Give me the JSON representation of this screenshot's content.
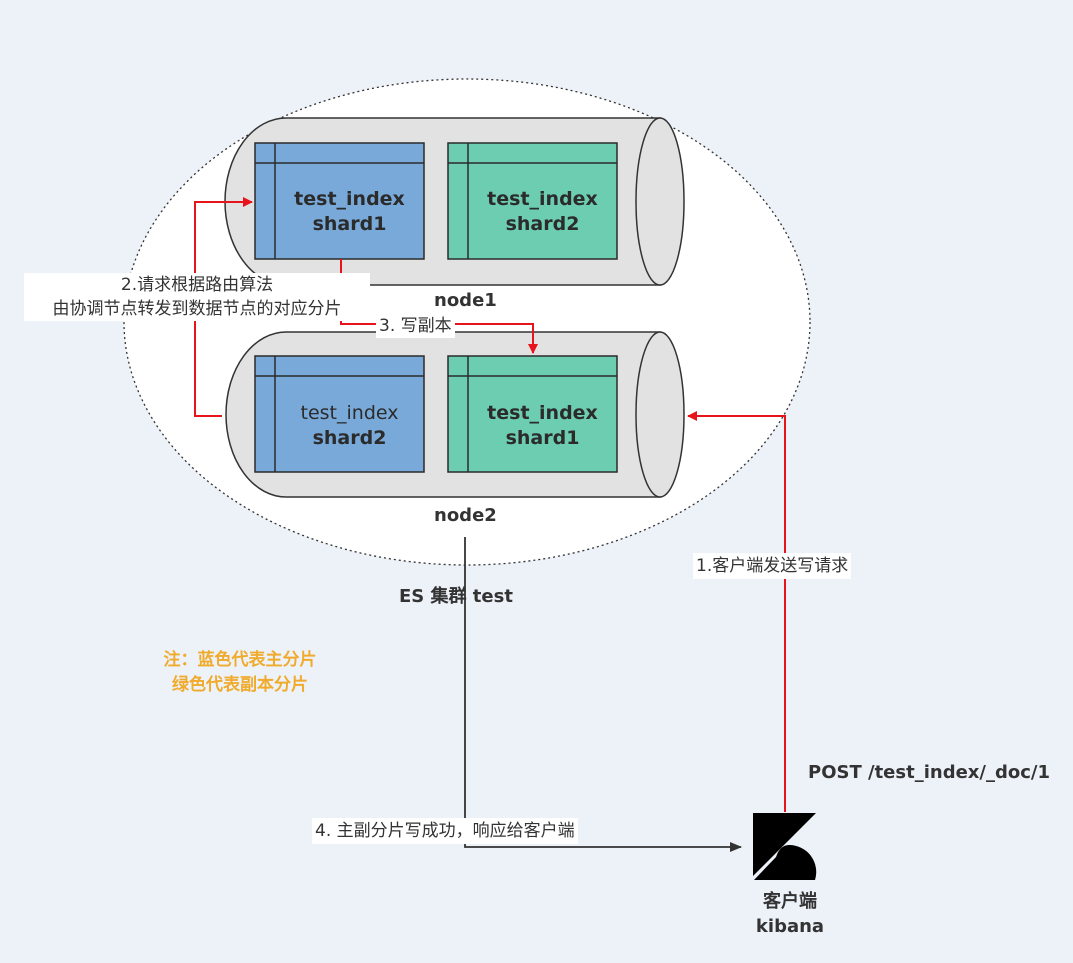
{
  "cluster": {
    "name": "ES 集群 test",
    "nodes": [
      {
        "name": "node1",
        "shards": [
          {
            "index": "test_index",
            "shard": "shard1",
            "type": "primary",
            "color": "#78a9d9"
          },
          {
            "index": "test_index",
            "shard": "shard2",
            "type": "replica",
            "color": "#6ccdb0"
          }
        ]
      },
      {
        "name": "node2",
        "shards": [
          {
            "index": "test_index",
            "shard": "shard2",
            "type": "primary",
            "color": "#78a9d9"
          },
          {
            "index": "test_index",
            "shard": "shard1",
            "type": "replica",
            "color": "#6ccdb0"
          }
        ]
      }
    ]
  },
  "steps": {
    "step1": "1.客户端发送写请求",
    "step2_line1": "2.请求根据路由算法",
    "step2_line2": "由协调节点转发到数据节点的对应分片",
    "step3": "3. 写副本",
    "step4": "4. 主副分片写成功，响应给客户端"
  },
  "request": "POST /test_index/_doc/1",
  "client": {
    "label": "客户端",
    "name": "kibana",
    "icon": "kibana-logo-icon"
  },
  "note": {
    "line1": "注：蓝色代表主分片",
    "line2": "绿色代表副本分片",
    "color": "#f0ab2c"
  },
  "colors": {
    "arrow_red": "#e8141c",
    "arrow_dark": "#333333",
    "node_fill": "#e2e2e2",
    "primary": "#78a9d9",
    "replica": "#6ccdb0"
  }
}
